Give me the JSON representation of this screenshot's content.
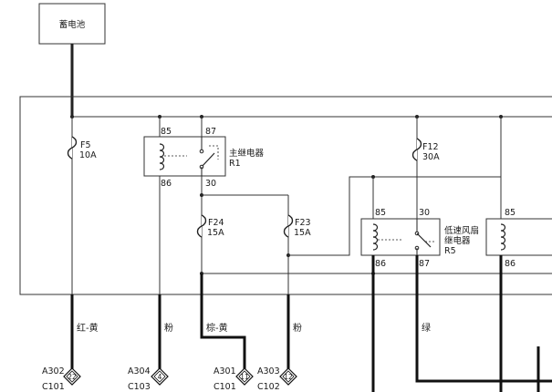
{
  "battery": {
    "label": "蓄电池"
  },
  "fuses": [
    {
      "id": "F5",
      "rating": "10A"
    },
    {
      "id": "F12",
      "rating": "30A"
    },
    {
      "id": "F24",
      "rating": "15A"
    },
    {
      "id": "F23",
      "rating": "15A"
    }
  ],
  "relays": [
    {
      "name": "主继电器",
      "id": "R1",
      "pins": [
        "85",
        "87",
        "86",
        "30"
      ]
    },
    {
      "name_line1": "低速风扇",
      "name_line2": "继电器",
      "id": "R5",
      "pins": [
        "85",
        "30",
        "86",
        "87"
      ]
    },
    {
      "pins": [
        "85",
        "86"
      ]
    }
  ],
  "wire_colors": [
    "红-黄",
    "粉",
    "棕-黄",
    "粉",
    "绿"
  ],
  "connectors": [
    {
      "terminal": "A302",
      "connector": "C101",
      "pin": "22"
    },
    {
      "terminal": "A304",
      "connector": "C103",
      "pin": "4"
    },
    {
      "terminal": "A301",
      "connector": "C101",
      "pin": "11"
    },
    {
      "terminal": "A303",
      "connector": "C102",
      "pin": "12"
    }
  ]
}
